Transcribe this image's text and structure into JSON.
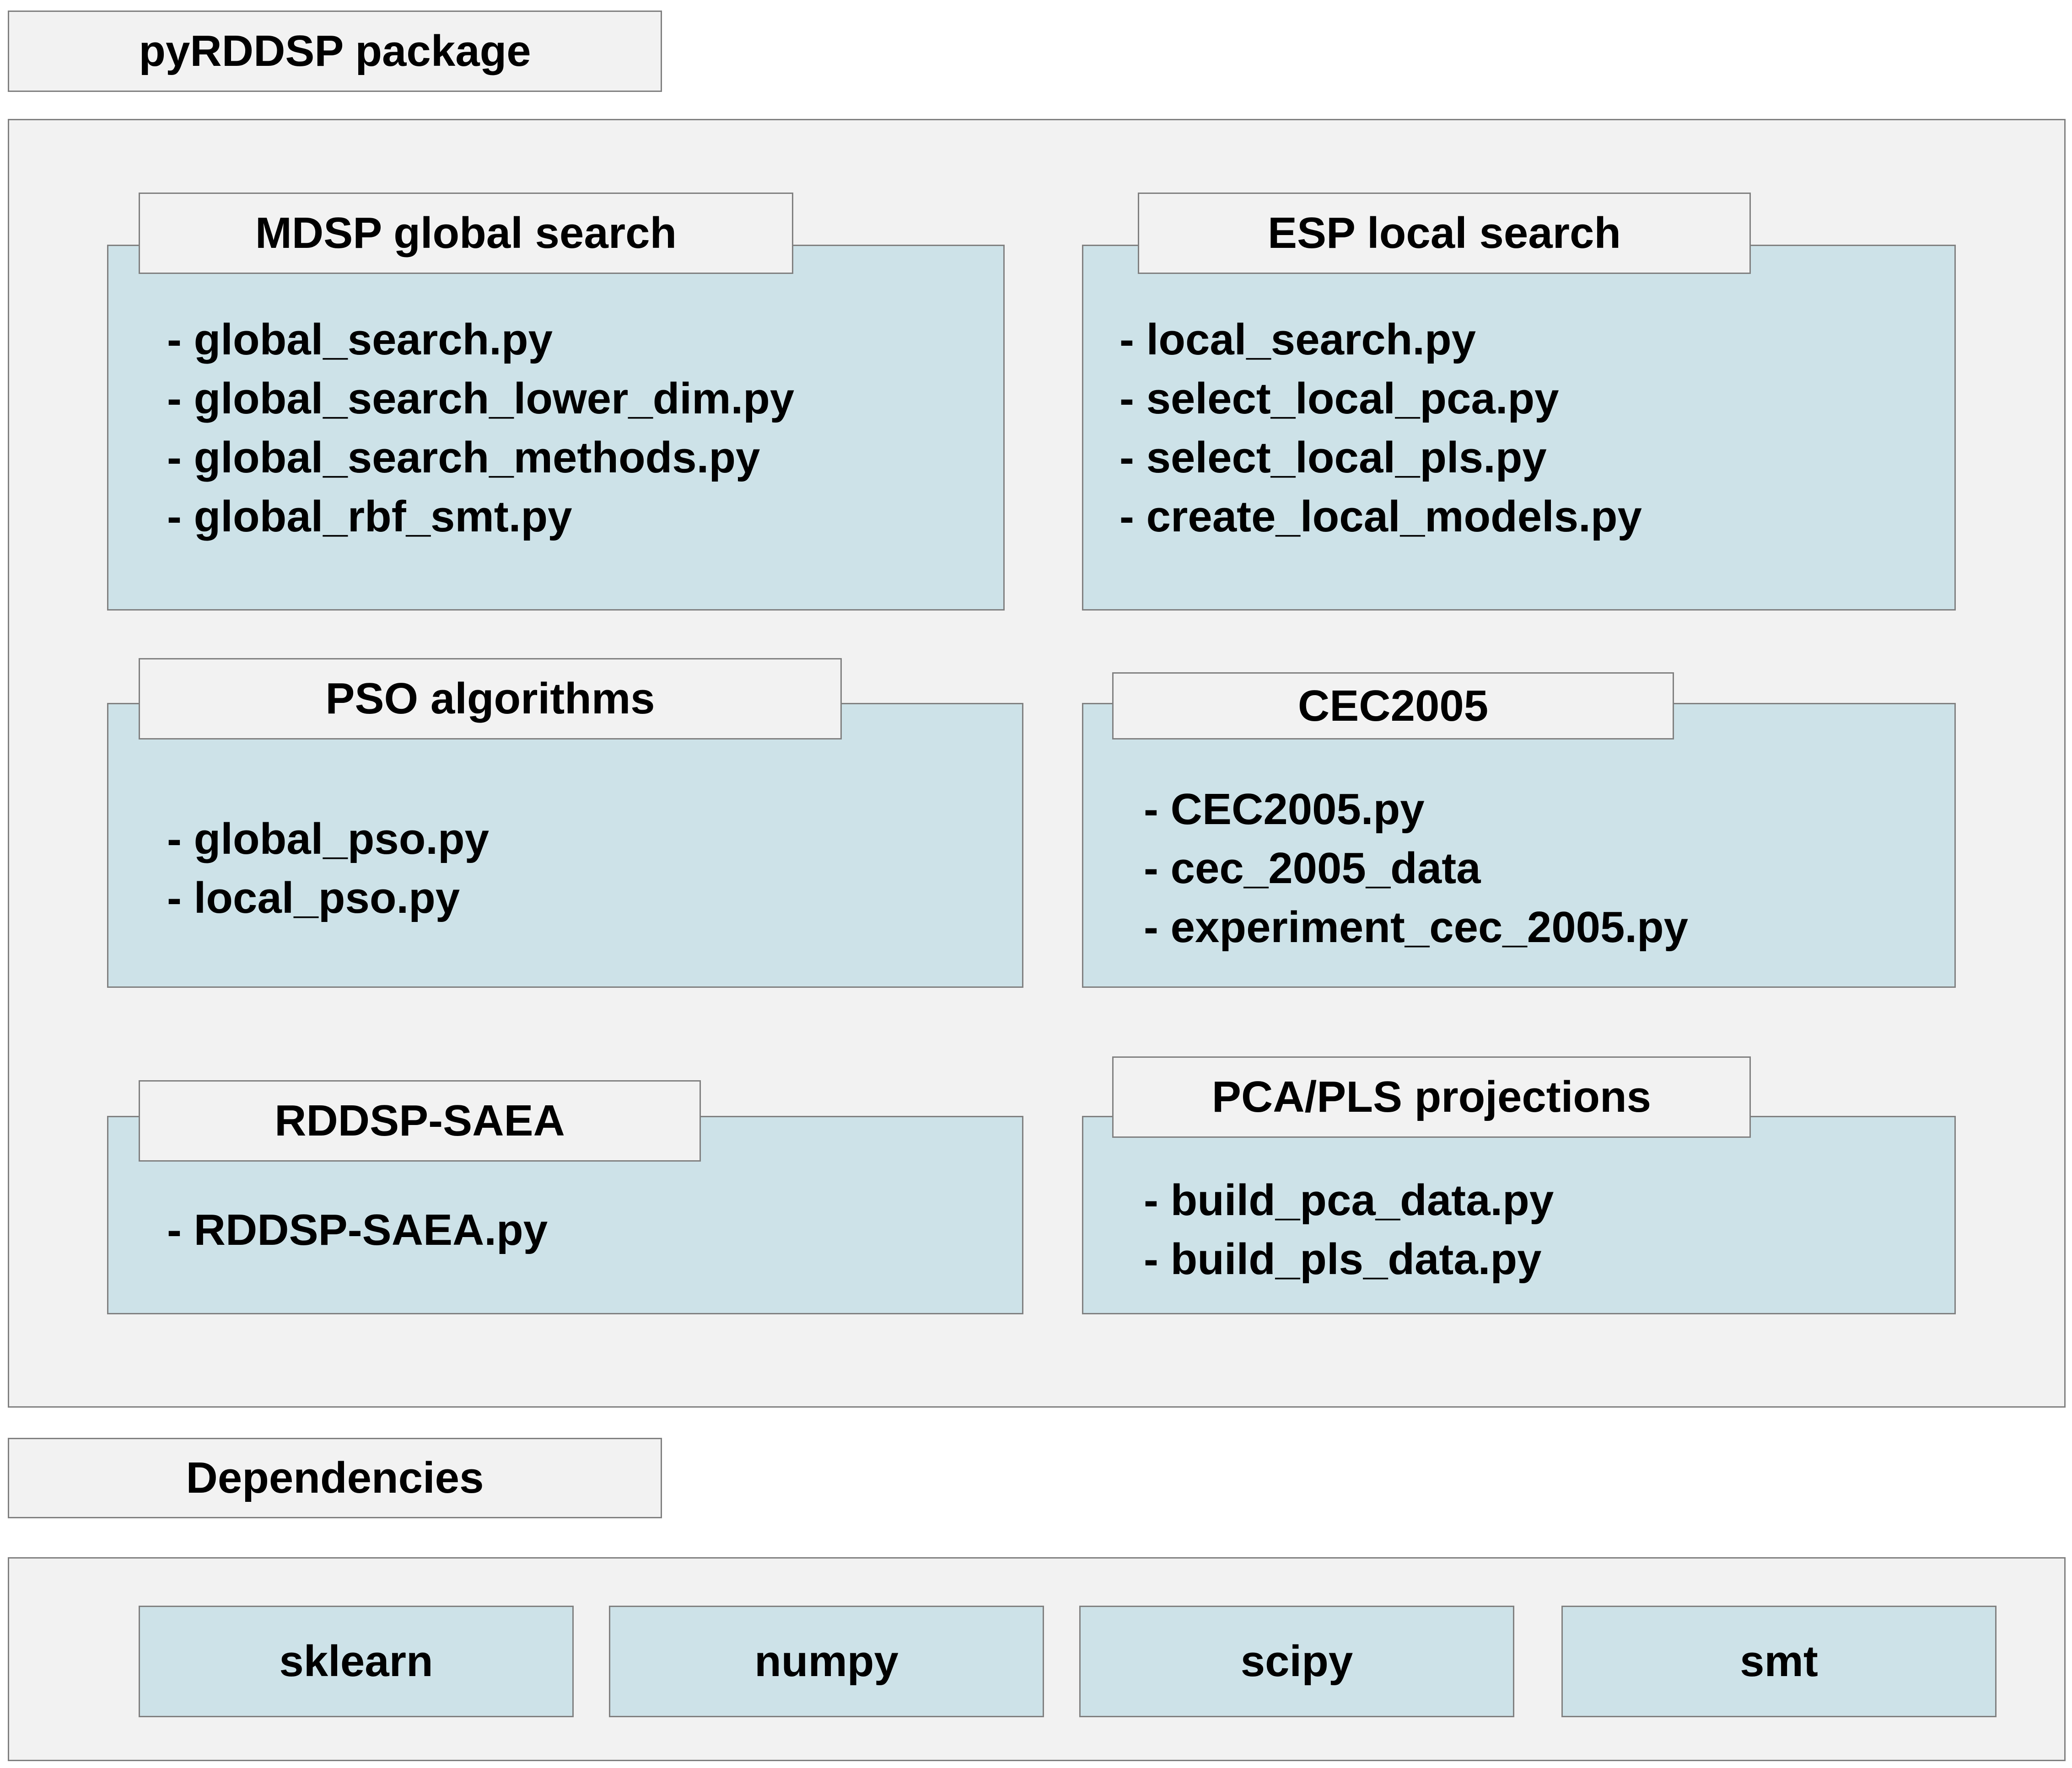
{
  "package": {
    "title": "pyRDDSP package",
    "modules": [
      {
        "title": "MDSP global search",
        "files": [
          "- global_search.py",
          "- global_search_lower_dim.py",
          "- global_search_methods.py",
          "- global_rbf_smt.py"
        ]
      },
      {
        "title": "ESP local search",
        "files": [
          "- local_search.py",
          "- select_local_pca.py",
          "- select_local_pls.py",
          "- create_local_models.py"
        ]
      },
      {
        "title": "PSO algorithms",
        "files": [
          "- global_pso.py",
          "- local_pso.py"
        ]
      },
      {
        "title": "CEC2005",
        "files": [
          "- CEC2005.py",
          "- cec_2005_data",
          "- experiment_cec_2005.py"
        ]
      },
      {
        "title": "RDDSP-SAEA",
        "files": [
          "- RDDSP-SAEA.py"
        ]
      },
      {
        "title": "PCA/PLS projections",
        "files": [
          "- build_pca_data.py",
          "- build_pls_data.py"
        ]
      }
    ]
  },
  "dependencies": {
    "title": "Dependencies",
    "items": [
      "sklearn",
      "numpy",
      "scipy",
      "smt"
    ]
  },
  "colors": {
    "container_fill": "#f2f2f2",
    "module_fill": "#cde2e8",
    "border": "#808080"
  }
}
